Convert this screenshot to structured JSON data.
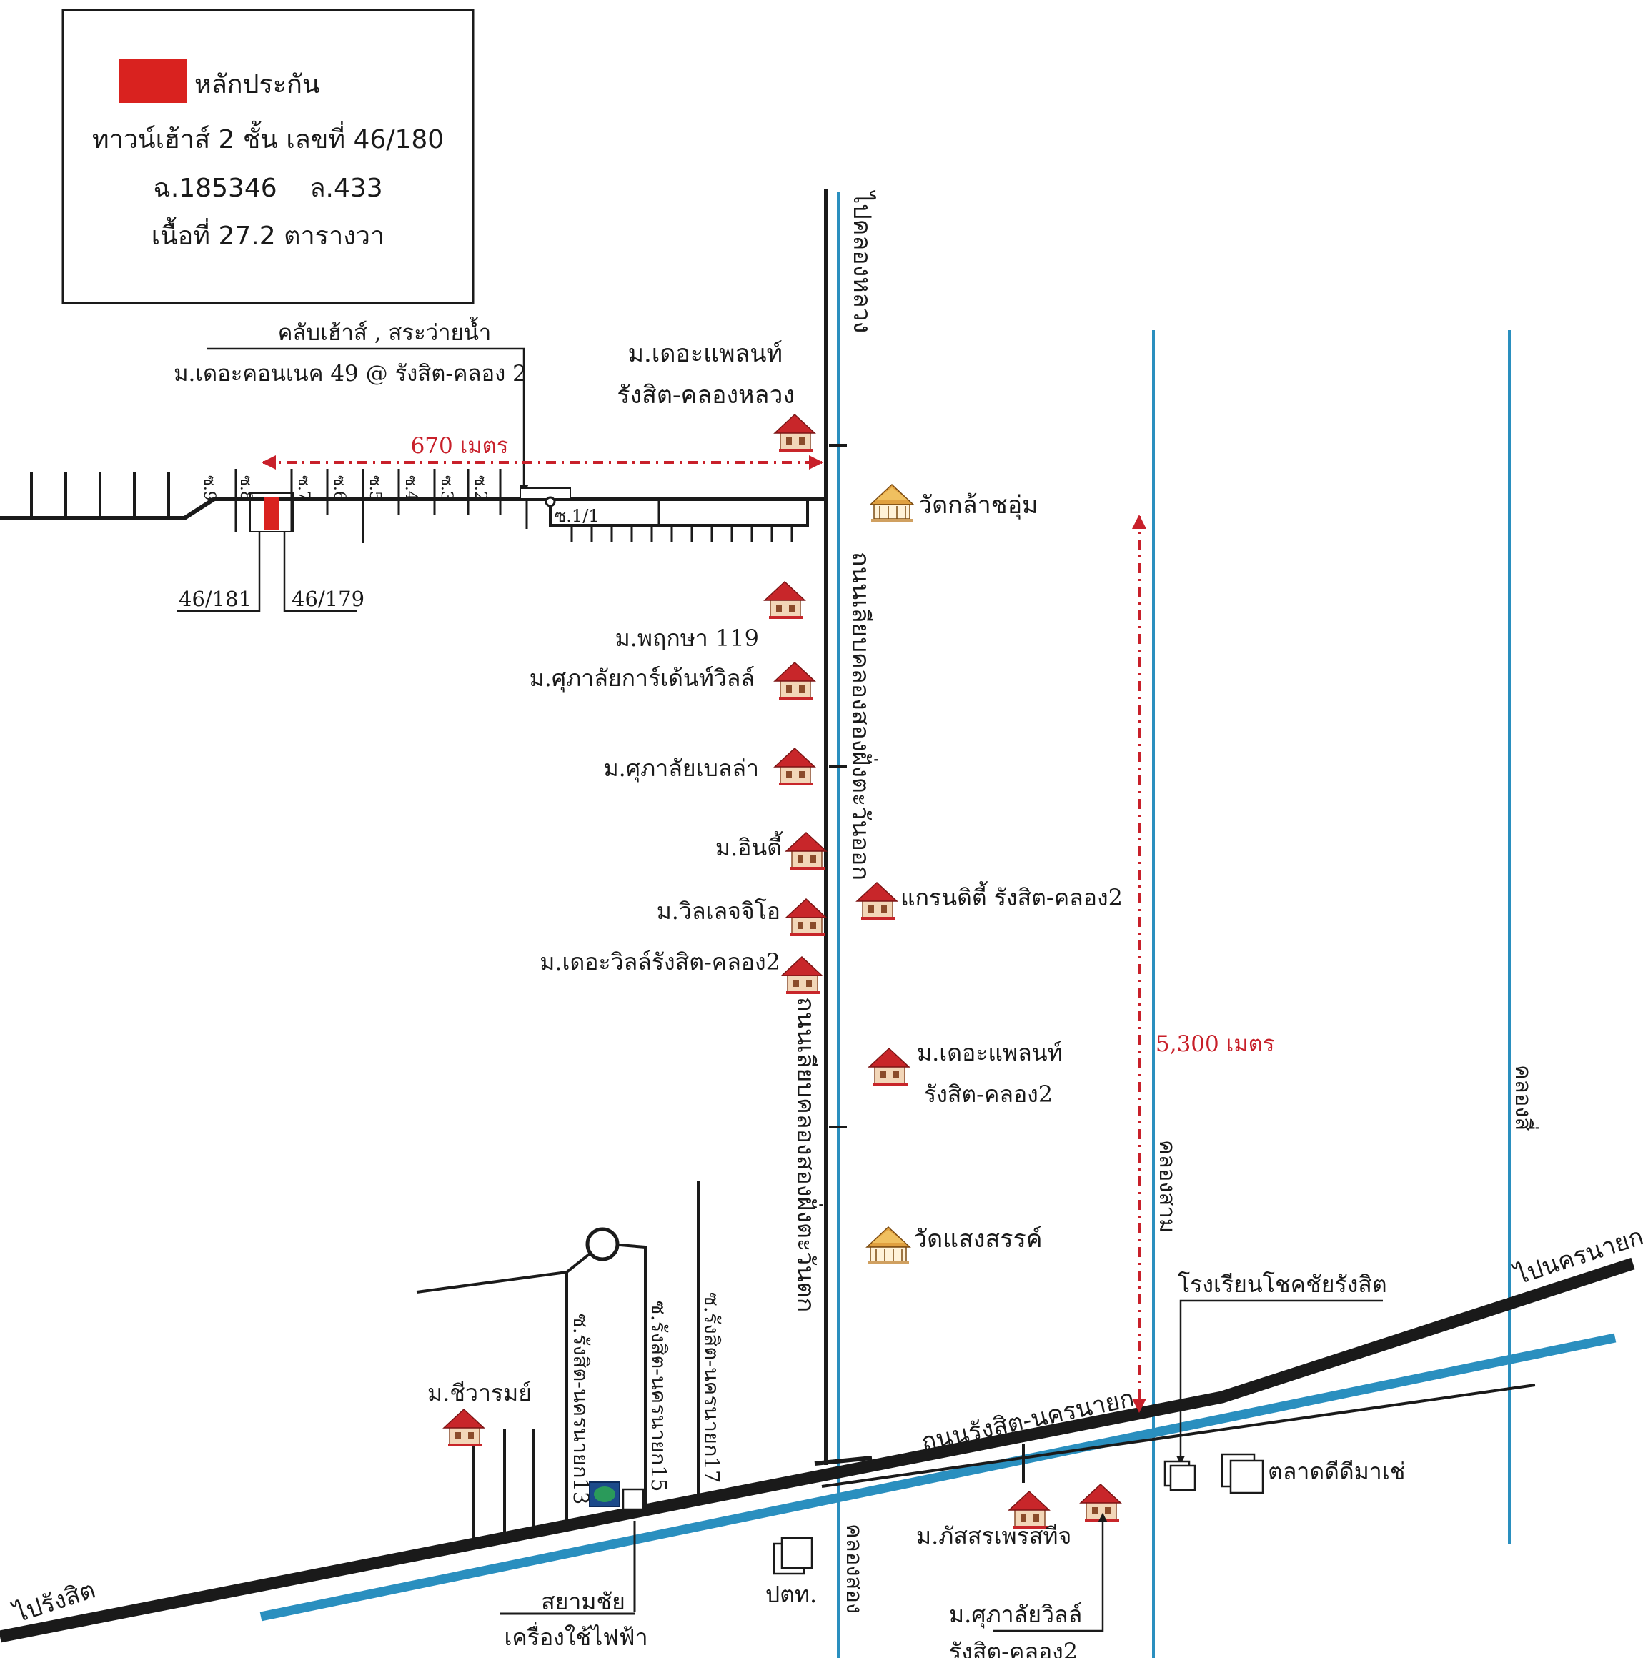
{
  "legend": {
    "swatch_color": "#d9221f",
    "title": "หลักประกัน",
    "line1": "ทาวน์เฮ้าส์ 2 ชั้น เลขที่ 46/180",
    "line2": "ฉ.185346    ล.433",
    "line3": "เนื้อที่ 27.2 ตารางวา"
  },
  "callout": {
    "line1": "คลับเฮ้าส์ , สระว่ายน้ำ",
    "line2": "ม.เดอะคอนเนค 49 @ รังสิต-คลอง 2"
  },
  "distances": {
    "horizontal": "670 เมตร",
    "vertical": "5,300 เมตร"
  },
  "sois": [
    "ซ.9",
    "ซ.8",
    "ซ.7",
    "ซ.6",
    "ซ.5",
    "ซ.4",
    "ซ.3",
    "ซ.2"
  ],
  "soi_1_1": "ซ.1/1",
  "plots": {
    "left": "46/181",
    "right": "46/179"
  },
  "roads": {
    "main": "ถนนรังสิต-นครนายก",
    "to_rangsit": "ไปรังสิต",
    "to_nakhon_nayok": "ไปนครนายก",
    "to_khlong_luang": "ไปคลองหลวง",
    "frontage_upper": "ถนนเลียบคลองสองฝั่งตะวันออก",
    "frontage_lower": "ถนนเลียบคลองสองฝั่งตะวันตก",
    "soi_13": "ซ.รังสิต-นครนายก13",
    "soi_15": "ซ.รังสิต-นครนายก15",
    "soi_17": "ซ.รังสิต-นครนายก17"
  },
  "canals": {
    "khlong_2": "คลองสอง",
    "khlong_3": "คลองสาม",
    "khlong_4": "คลองสี่"
  },
  "landmarks": {
    "plant_luang_1": "ม.เดอะแพลนท์",
    "plant_luang_2": "รังสิต-คลองหลวง",
    "wat_kla": "วัดกล้าชอุ่ม",
    "pruksa": "ม.พฤกษา 119",
    "garden": "ม.ศุภาลัยการ์เด้นท์วิลล์",
    "bella": "ม.ศุภาลัยเบลล่า",
    "indy": "ม.อินดี้",
    "village_gio": "ม.วิลเลจจิโอ",
    "the_ville": "ม.เดอะวิลล์รังสิต-คลอง2",
    "grand_ditty": "แกรนดิตี้ รังสิต-คลอง2",
    "plant_k2_1": "ม.เดอะแพลนท์",
    "plant_k2_2": "รังสิต-คลอง2",
    "wat_saeng": "วัดแสงสรรค์",
    "school": "โรงเรียนโชคชัยรังสิต",
    "chewarom": "ม.ชีวารมย์",
    "market": "ตลาดดีดีมาเช่",
    "pattharaphet": "ม.ภัสสรเพรสทีจ",
    "supalai_1": "ม.ศุภาลัยวิลล์",
    "supalai_2": "รังสิต-คลอง2",
    "ptt": "ปตท.",
    "siamchai_1": "สยามชัย",
    "siamchai_2": "เครื่องใช้ไฟฟ้า"
  },
  "colors": {
    "road": "#1a1a1a",
    "canal": "#2a8fbf",
    "arrow": "#c8202a",
    "roof": "#c8262a",
    "wall": "#f2d6b8"
  }
}
